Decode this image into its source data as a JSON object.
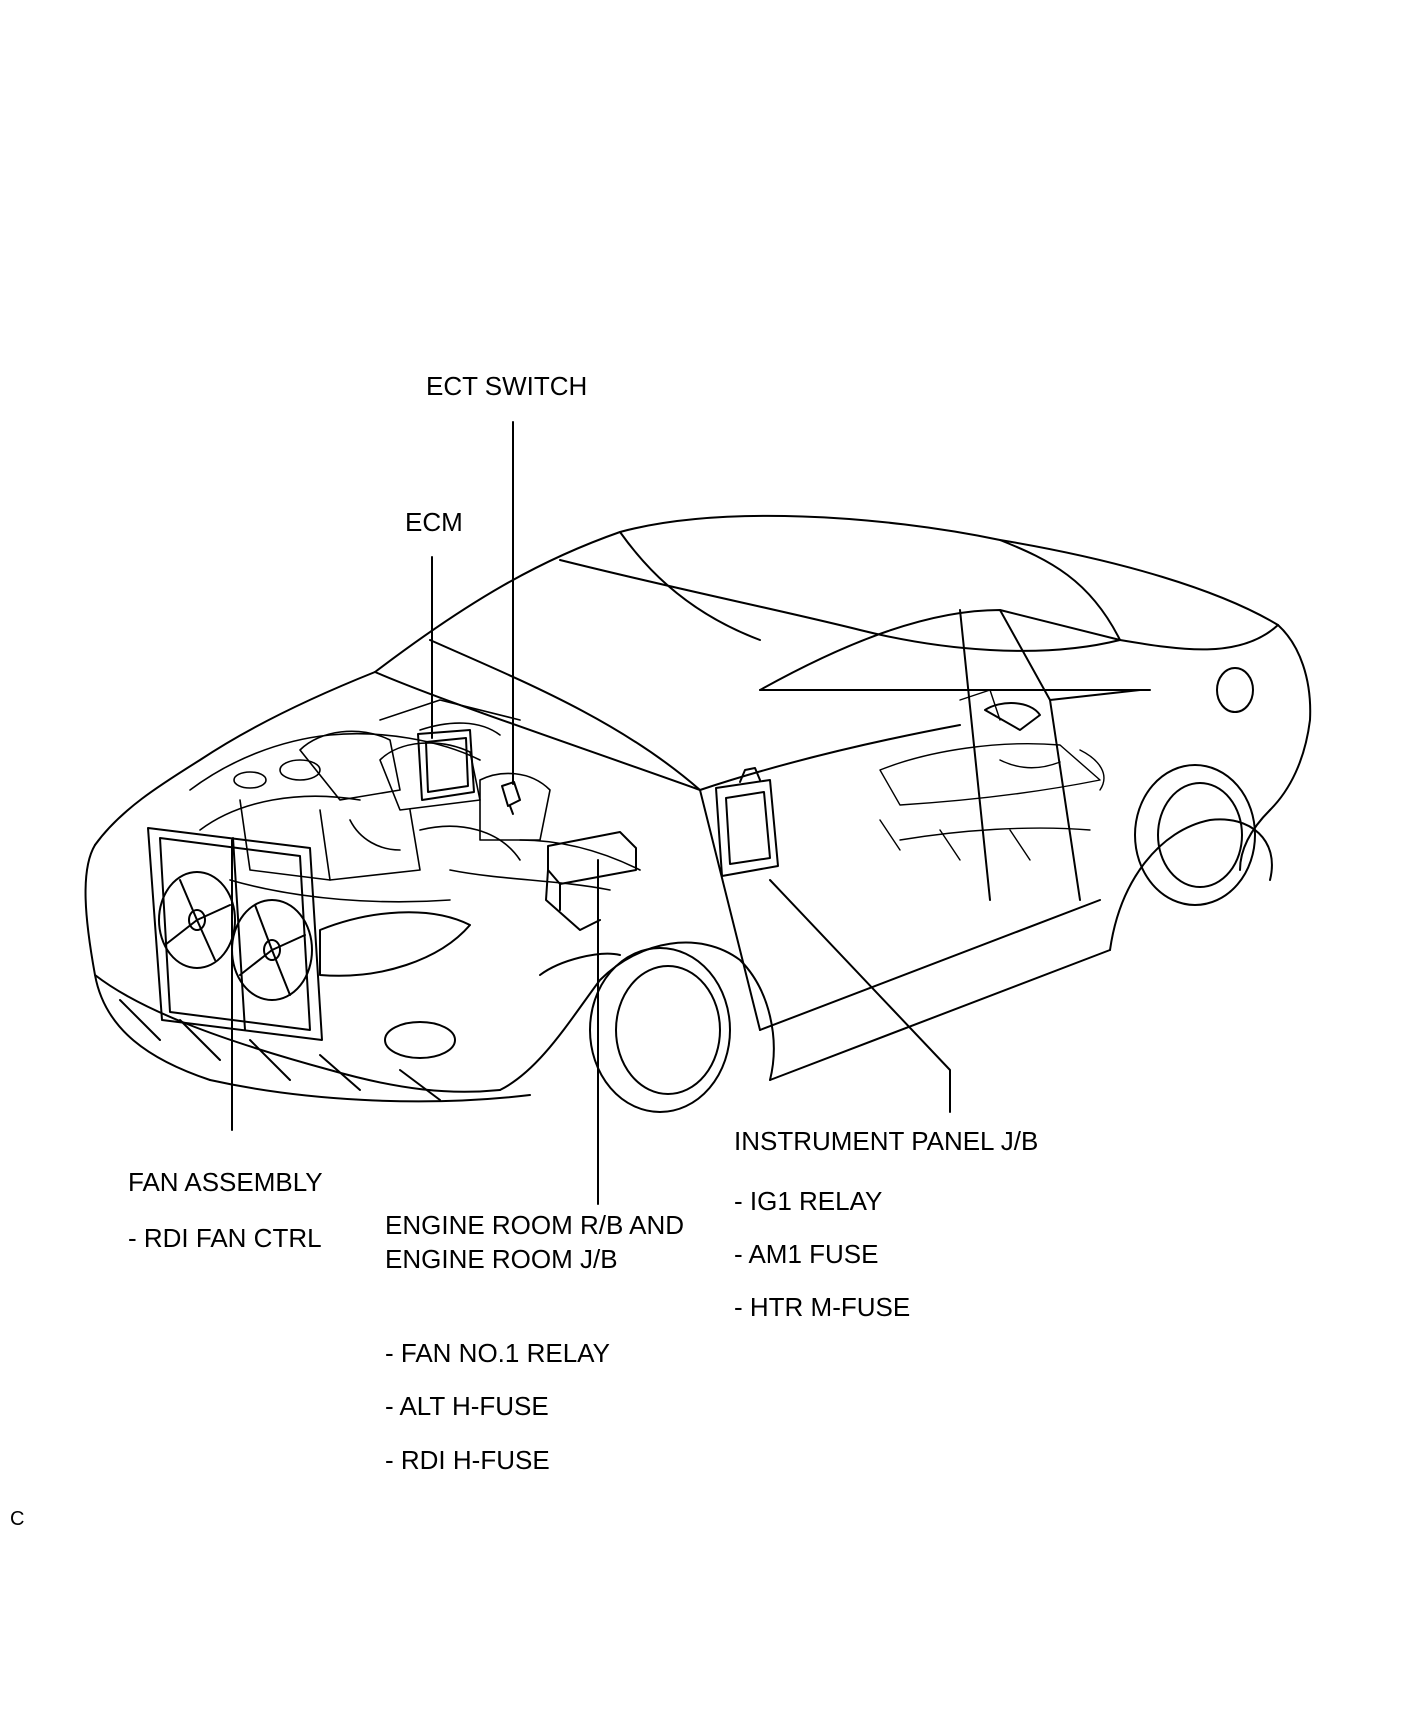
{
  "labels": {
    "ect_switch": "ECT SWITCH",
    "ecm": "ECM",
    "fan_assembly": "FAN ASSEMBLY",
    "fan_assembly_items": [
      "- RDI FAN CTRL"
    ],
    "engine_room_line1": "ENGINE ROOM R/B AND",
    "engine_room_line2": "ENGINE ROOM J/B",
    "engine_room_items": [
      "- FAN NO.1 RELAY",
      "- ALT H-FUSE",
      "- RDI H-FUSE"
    ],
    "instrument_panel": "INSTRUMENT PANEL J/B",
    "instrument_panel_items": [
      "- IG1 RELAY",
      "- AM1 FUSE",
      "- HTR M-FUSE"
    ]
  },
  "corner_mark": "C"
}
